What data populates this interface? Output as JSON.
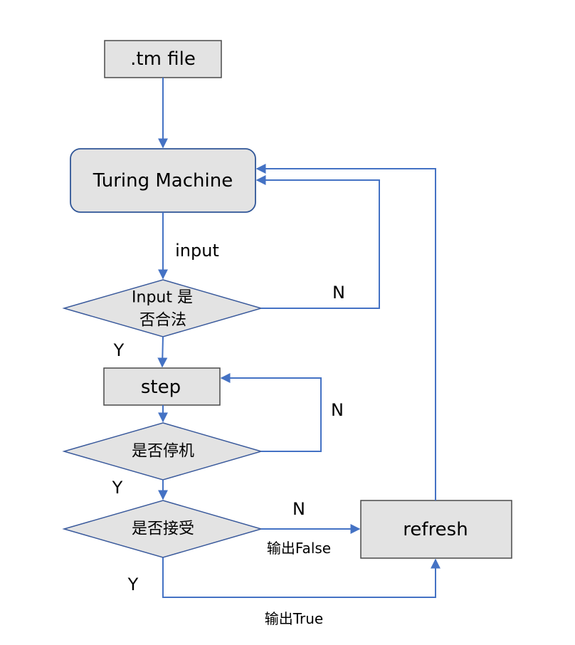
{
  "colors": {
    "node_fill": "#e3e3e3",
    "node_stroke": "#4a4a4a",
    "rounded_stroke": "#2f5597",
    "diamond_stroke": "#3a5a9c",
    "edge": "#4472c4",
    "text": "#000000"
  },
  "nodes": {
    "tm_file": ".tm file",
    "turing_machine": "Turing Machine",
    "input_check_line1": "Input 是",
    "input_check_line2": "否合法",
    "step": "step",
    "halt_check": "是否停机",
    "accept_check": "是否接受",
    "refresh": "refresh"
  },
  "edges": {
    "input_label": "input",
    "input_invalid_no": "N",
    "input_valid_yes": "Y",
    "not_halted_no": "N",
    "halted_yes": "Y",
    "rejected_no": "N",
    "output_false": "输出False",
    "accepted_yes": "Y",
    "output_true": "输出True"
  }
}
